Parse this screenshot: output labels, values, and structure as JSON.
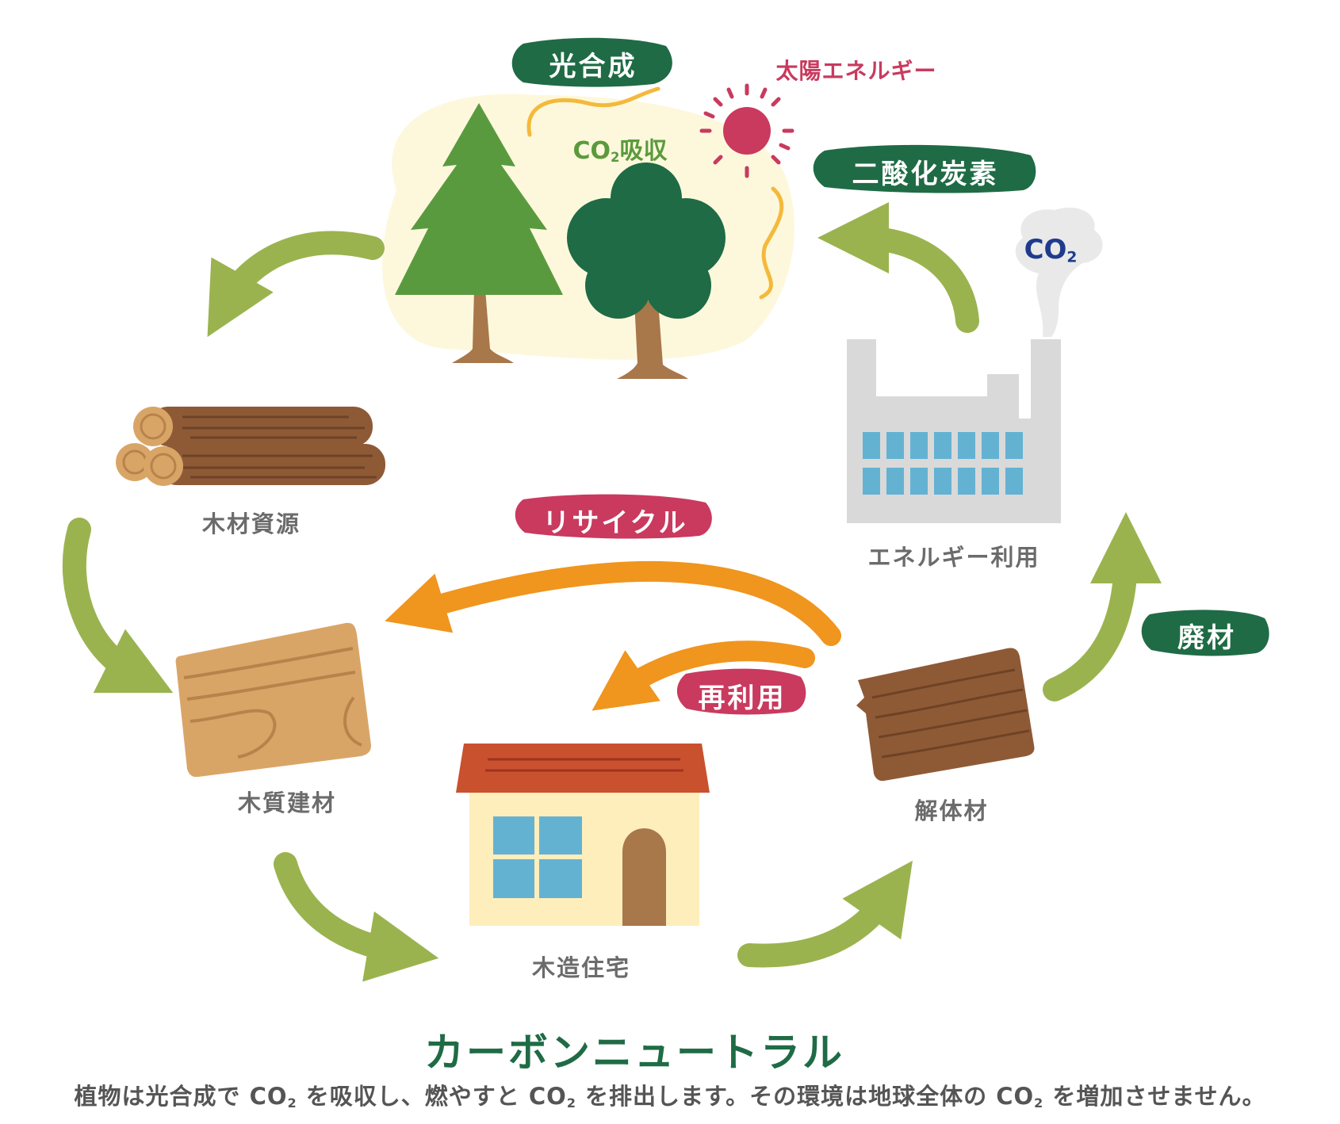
{
  "colors": {
    "green_arrow": "#9bb34f",
    "orange_arrow": "#f0951e",
    "dark_green_pill": "#1f6b45",
    "red_pill": "#c93a5e",
    "tree_light": "#5a9a3f",
    "tree_dark": "#1e6b45",
    "trunk": "#a8774a",
    "sun": "#c93a5e",
    "glow": "#fdf8dc",
    "factory": "#d9d9d9",
    "window_blue": "#64b2d2",
    "wall": "#fdeebc",
    "roof": "#c9512e"
  },
  "icons": [
    "sun-icon",
    "conifer-tree-icon",
    "broadleaf-tree-icon",
    "log-pile-icon",
    "wood-plank-icon",
    "house-icon",
    "demolished-wood-icon",
    "factory-icon",
    "smoke-icon"
  ],
  "labels": {
    "photosynthesis": "光合成",
    "solar_energy": "太陽エネルギー",
    "co2_absorb_main": "CO",
    "co2_absorb_sub": "2",
    "co2_absorb_rest": "吸収",
    "co2_smoke_main": "CO",
    "co2_smoke_sub": "2",
    "carbon_dioxide": "二酸化炭素",
    "timber_resource": "木材資源",
    "energy_use": "エネルギー利用",
    "recycle": "リサイクル",
    "reuse": "再利用",
    "waste_material": "廃材",
    "wood_building_material": "木質建材",
    "demolition_material": "解体材",
    "wooden_house": "木造住宅"
  },
  "title": "カーボンニュートラル",
  "caption": {
    "part1": "植物は光合成で CO",
    "sub1": "2",
    "part2": " を吸収し、燃やすと CO",
    "sub2": "2",
    "part3": " を排出します。その環境は地球全体の CO",
    "sub3": "2",
    "part4": " を増加させません。"
  }
}
